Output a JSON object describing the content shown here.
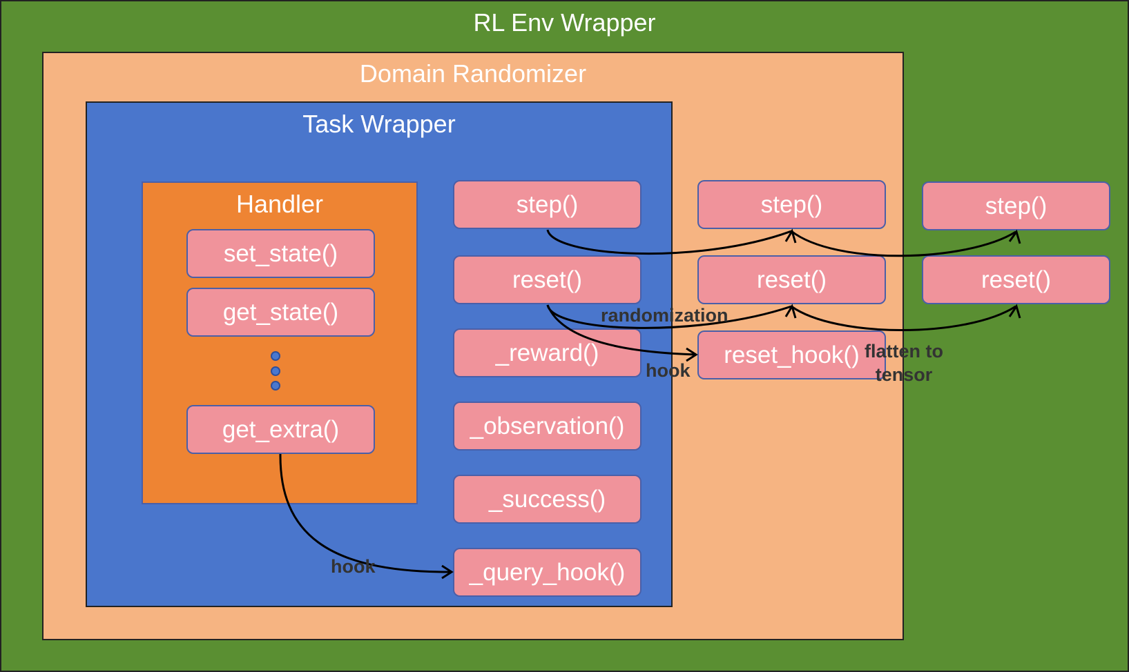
{
  "env": {
    "title": "RL Env Wrapper",
    "color": "#5a8f32"
  },
  "randomizer": {
    "title": "Domain Randomizer",
    "color": "#f6b482"
  },
  "task": {
    "title": "Task Wrapper",
    "color": "#4a76cc"
  },
  "handler": {
    "title": "Handler",
    "color": "#ee8433",
    "methods": [
      "set_state()",
      "get_state()",
      "get_extra()"
    ]
  },
  "task_methods": [
    "step()",
    "reset()",
    "_reward()",
    "_observation()",
    "_success()",
    "_query_hook()"
  ],
  "randomizer_methods": [
    "step()",
    "reset()",
    "reset_hook()"
  ],
  "env_methods": [
    "step()",
    "reset()"
  ],
  "labels": {
    "randomization": "randomization",
    "hook_reset": "hook",
    "hook_query": "hook",
    "flatten": "flatten to\ntensor"
  },
  "method_color": "#f0939b"
}
